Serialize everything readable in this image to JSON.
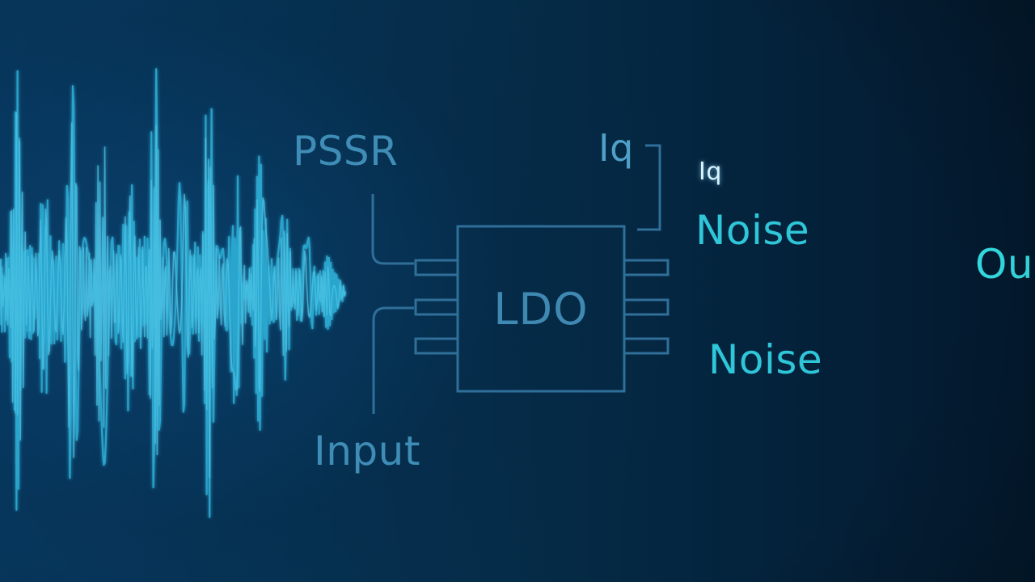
{
  "diagram": {
    "chip_label": "LDO",
    "labels": {
      "pssr": "PSSR",
      "iq": "Iq",
      "iq_small": "Iq",
      "noise_top": "Noise",
      "noise_bottom": "Noise",
      "input": "Input",
      "output": "Ou"
    }
  },
  "colors": {
    "background_left": "#073a62",
    "background_right": "#03192d",
    "waveform": "#2aa6cf",
    "outline": "#2f6f99",
    "output_line": "#22cfe0"
  }
}
